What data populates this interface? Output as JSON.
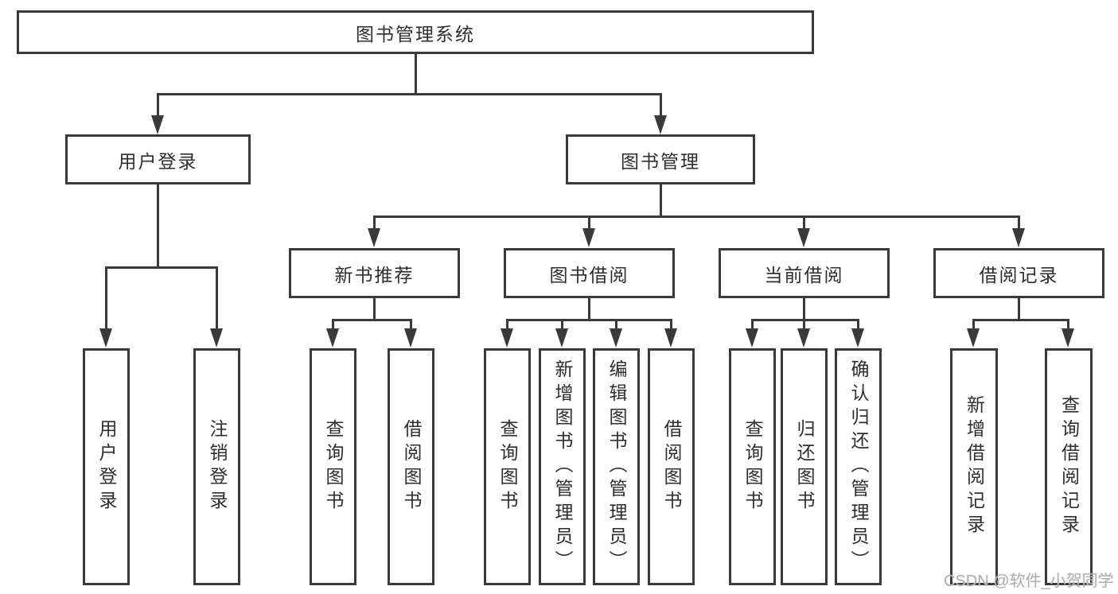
{
  "nodes": {
    "root": {
      "label": "图书管理系统"
    },
    "user_login": {
      "label": "用户登录"
    },
    "book_mgmt": {
      "label": "图书管理"
    },
    "new_book_rec": {
      "label": "新书推荐"
    },
    "book_borrow": {
      "label": "图书借阅"
    },
    "current_borrow": {
      "label": "当前借阅"
    },
    "borrow_record": {
      "label": "借阅记录"
    },
    "leaf_user_login": {
      "label": "用户登录"
    },
    "leaf_logout": {
      "label": "注销登录"
    },
    "rec_query_book": {
      "label": "查询图书"
    },
    "rec_borrow_book": {
      "label": "借阅图书"
    },
    "bor_query_book": {
      "label": "查询图书"
    },
    "bor_add_book": {
      "label": "新增图书（管理员）"
    },
    "bor_edit_book": {
      "label": "编辑图书（管理员）"
    },
    "bor_borrow_book": {
      "label": "借阅图书"
    },
    "cur_query_book": {
      "label": "查询图书"
    },
    "cur_return_book": {
      "label": "归还图书"
    },
    "cur_confirm_return": {
      "label": "确认归还（管理员）"
    },
    "log_add_record": {
      "label": "新增借阅记录"
    },
    "log_query_record": {
      "label": "查询借阅记录"
    }
  },
  "hierarchy": {
    "root": {
      "user_login": [
        "leaf_user_login",
        "leaf_logout"
      ],
      "book_mgmt": {
        "new_book_rec": [
          "rec_query_book",
          "rec_borrow_book"
        ],
        "book_borrow": [
          "bor_query_book",
          "bor_add_book",
          "bor_edit_book",
          "bor_borrow_book"
        ],
        "current_borrow": [
          "cur_query_book",
          "cur_return_book",
          "cur_confirm_return"
        ],
        "borrow_record": [
          "log_add_record",
          "log_query_record"
        ]
      }
    }
  },
  "watermark": {
    "label": "CSDN @软件_小贺同学"
  },
  "colors": {
    "line": "#3a3a3a",
    "text": "#2e2e2e",
    "watermark": "#b0b0b0",
    "background": "#ffffff"
  }
}
